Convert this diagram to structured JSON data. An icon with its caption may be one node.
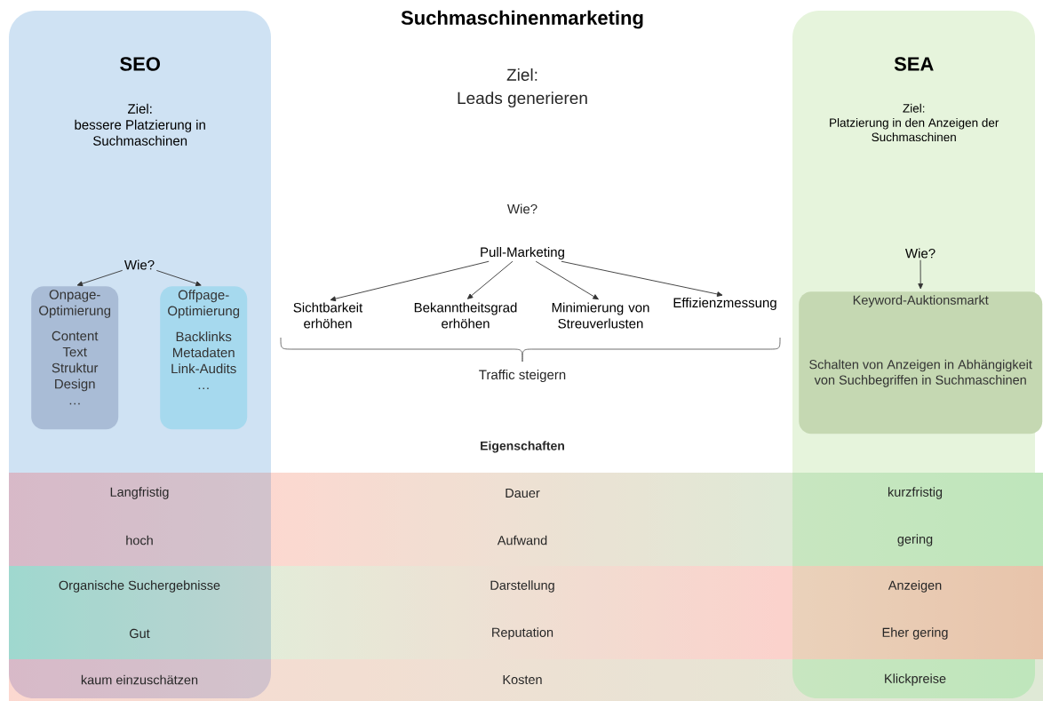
{
  "diagram": {
    "title": "Suchmaschinenmarketing",
    "nodes": [
      {
        "text": [
          "SEO",
          "Ziel:",
          "bessere Platzierung in Suchmaschinen"
        ]
      },
      {
        "text": [
          "Wie?"
        ],
        "in": 0
      },
      {
        "text": [
          "Onpage-Optimierung",
          "Content Text Struktur Design …"
        ],
        "in": 0
      },
      {
        "text": [
          "Offpage-Optimierung",
          "Backlinks Metadaten Link-Audits …"
        ],
        "in": 0
      },
      {
        "text": [
          "SEA",
          "Ziel:",
          "Platzierung in den Anzeigen der Suchmaschinen"
        ]
      },
      {
        "text": [
          "Wie?"
        ],
        "in": 4
      },
      {
        "text": [
          "Keyword-Auktionsmarkt",
          "Schalten von Anzeigen in Abhängigkeit von Suchbegriffen in Suchmaschinen"
        ],
        "in": 4
      },
      {
        "text": [
          "Pull-Marketing"
        ]
      },
      {
        "text": [
          "Sichtbarkeit erhöhen"
        ]
      },
      {
        "text": [
          "Bekanntheitsgrad erhöhen"
        ]
      },
      {
        "text": [
          "Minimierung von Streuverlusten"
        ]
      },
      {
        "text": [
          "Effizienzmessung"
        ]
      }
    ],
    "edges": [
      {
        "from": 1,
        "to": 2,
        "arrow": "to"
      },
      {
        "from": 1,
        "to": 3,
        "arrow": "to"
      },
      {
        "from": 5,
        "to": 6,
        "arrow": "to"
      },
      {
        "from": 7,
        "to": 8,
        "arrow": "to"
      },
      {
        "from": 7,
        "to": 9,
        "arrow": "to"
      },
      {
        "from": 7,
        "to": 10,
        "arrow": "to"
      },
      {
        "from": 7,
        "to": 11,
        "arrow": "to"
      }
    ],
    "labels": [
      "Ziel:",
      "Leads generieren",
      "Wie?",
      "Traffic steigern",
      "Eigenschaften",
      "Langfristig",
      "Dauer",
      "kurzfristig",
      "hoch",
      "Aufwand",
      "gering",
      "Organische Suchergebnisse",
      "Darstellung",
      "Anzeigen",
      "Gut",
      "Reputation",
      "Eher gering",
      "kaum einzuschätzen",
      "Kosten",
      "Klickpreise"
    ]
  }
}
